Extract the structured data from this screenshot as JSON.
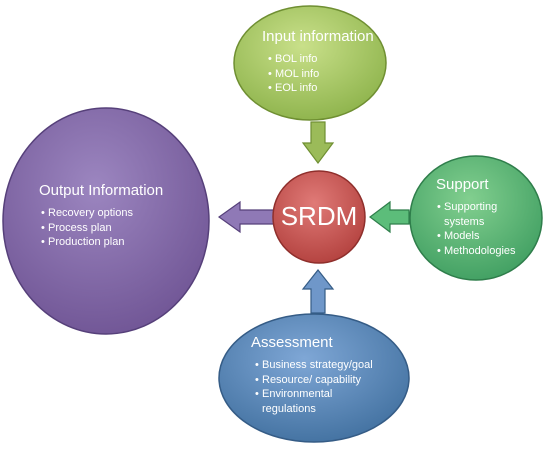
{
  "diagram": {
    "center": {
      "label": "SRDM"
    },
    "input": {
      "title": "Input information",
      "items": [
        "BOL info",
        "MOL info",
        "EOL info"
      ]
    },
    "output": {
      "title": "Output Information",
      "items": [
        "Recovery options",
        "Process plan",
        "Production plan"
      ]
    },
    "support": {
      "title": "Support",
      "items": [
        "Supporting systems",
        "Models",
        "Methodologies"
      ]
    },
    "assessment": {
      "title": "Assessment",
      "items": [
        "Business strategy/goal",
        "Resource/ capability",
        "Environmental regulations"
      ]
    }
  },
  "colors": {
    "center": "#c0504d",
    "input": "#9bbb59",
    "output": "#8064a2",
    "support": "#4bac6e",
    "assessment": "#4f81bd"
  }
}
